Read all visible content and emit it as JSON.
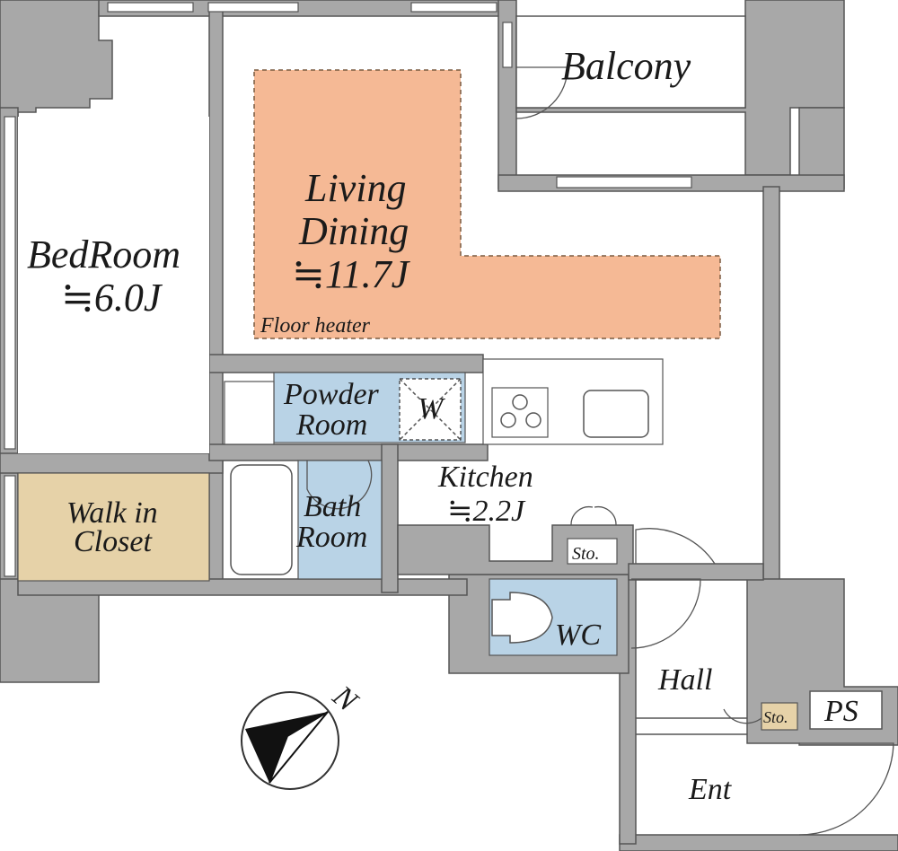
{
  "rooms": {
    "balcony": {
      "label": "Balcony"
    },
    "living": {
      "line1": "Living",
      "line2": "Dining",
      "size": "≒11.7J",
      "note": "Floor heater"
    },
    "bedroom": {
      "line1": "BedRoom",
      "size": "≒6.0J"
    },
    "powder": {
      "line1": "Powder",
      "line2": "Room",
      "washer": "W"
    },
    "bath": {
      "line1": "Bath",
      "line2": "Room"
    },
    "kitchen": {
      "line1": "Kitchen",
      "size": "≒2.2J"
    },
    "closet": {
      "line1": "Walk in",
      "line2": "Closet"
    },
    "storage1": {
      "label": "Sto."
    },
    "storage2": {
      "label": "Sto."
    },
    "wc": {
      "label": "WC"
    },
    "hall": {
      "label": "Hall"
    },
    "ps": {
      "label": "PS"
    },
    "entrance": {
      "label": "Ent"
    }
  },
  "compass": {
    "label": "N",
    "icon": "compass-north-icon"
  },
  "colors": {
    "living_fill": "#f5b995",
    "wet_fill": "#b9d3e6",
    "closet_fill": "#e6d2a8",
    "wall": "#a8a8a8"
  }
}
